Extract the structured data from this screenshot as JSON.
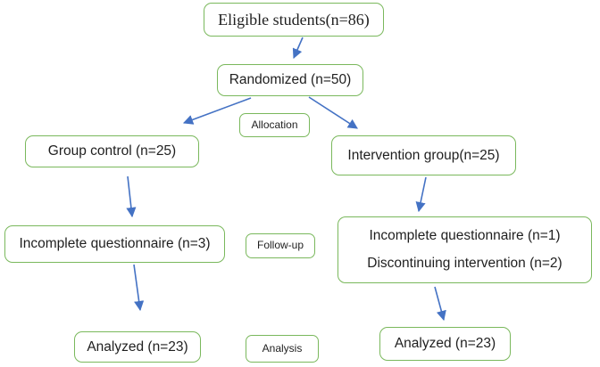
{
  "diagram": {
    "colors": {
      "box_border": "#7ab85c",
      "arrow": "#4472c4",
      "text": "#1f1f1f",
      "background": "#ffffff"
    },
    "nodes": {
      "eligible": {
        "label": "Eligible students(n=86)"
      },
      "randomized": {
        "label": "Randomized (n=50)"
      },
      "allocation": {
        "label": "Allocation"
      },
      "group_control": {
        "label": "Group control (n=25)"
      },
      "intervention": {
        "label": "Intervention group(n=25)"
      },
      "incomplete_control": {
        "label": "Incomplete questionnaire (n=3)"
      },
      "followup": {
        "label": "Follow-up"
      },
      "dropout_intervention": {
        "line1": "Incomplete questionnaire (n=1)",
        "line2": "Discontinuing intervention (n=2)"
      },
      "analyzed_control": {
        "label": "Analyzed (n=23)"
      },
      "analysis": {
        "label": "Analysis"
      },
      "analyzed_intervention": {
        "label": "Analyzed (n=23)"
      }
    },
    "edges": [
      {
        "from": "eligible",
        "to": "randomized"
      },
      {
        "from": "randomized",
        "to": "group_control"
      },
      {
        "from": "randomized",
        "to": "intervention"
      },
      {
        "from": "group_control",
        "to": "incomplete_control"
      },
      {
        "from": "intervention",
        "to": "dropout_intervention"
      },
      {
        "from": "incomplete_control",
        "to": "analyzed_control"
      },
      {
        "from": "dropout_intervention",
        "to": "analyzed_intervention"
      }
    ]
  }
}
